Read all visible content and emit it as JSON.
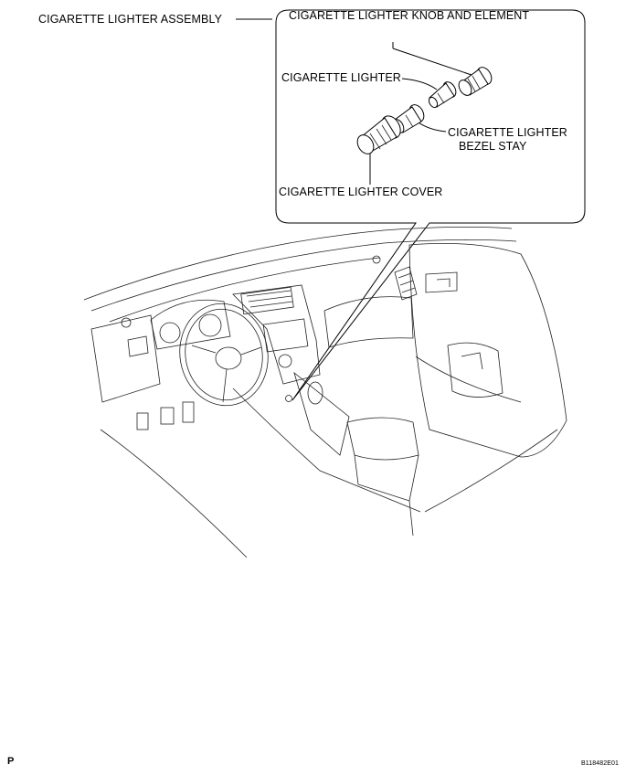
{
  "labels": {
    "assembly": "CIGARETTE LIGHTER ASSEMBLY",
    "knob": "CIGARETTE LIGHTER KNOB AND ELEMENT",
    "lighter": "CIGARETTE LIGHTER",
    "bezel_line1": "CIGARETTE LIGHTER",
    "bezel_line2": "BEZEL STAY",
    "cover": "CIGARETTE LIGHTER COVER"
  },
  "footer": {
    "page_marker": "P",
    "figure_id": "B118482E01"
  }
}
